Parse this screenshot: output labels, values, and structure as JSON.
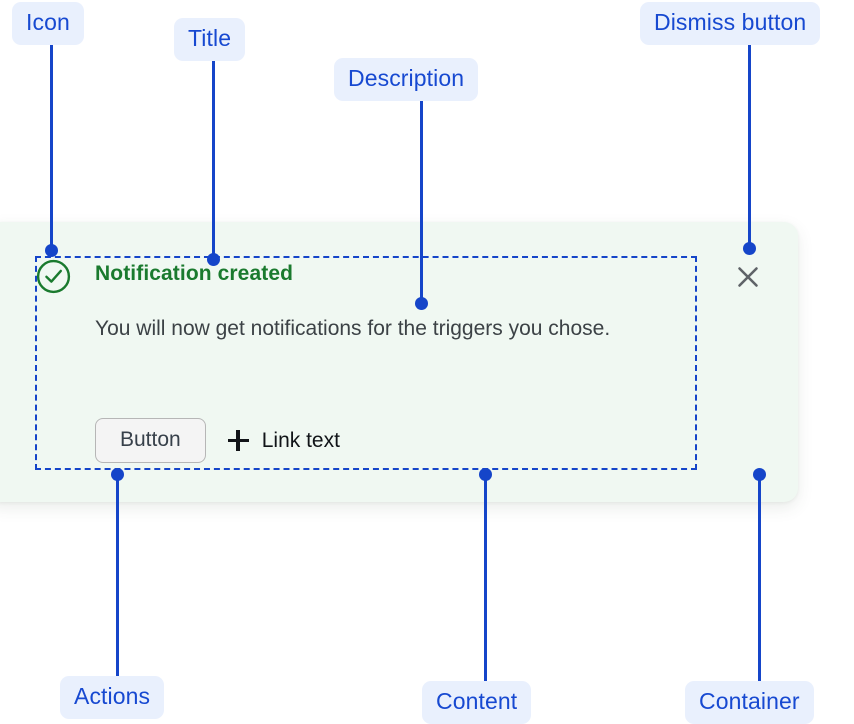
{
  "annotations": [
    {
      "id": "icon",
      "label": "Icon"
    },
    {
      "id": "title",
      "label": "Title"
    },
    {
      "id": "description",
      "label": "Description"
    },
    {
      "id": "dismiss",
      "label": "Dismiss button"
    },
    {
      "id": "actions",
      "label": "Actions"
    },
    {
      "id": "content",
      "label": "Content"
    },
    {
      "id": "container",
      "label": "Container"
    }
  ],
  "notification": {
    "status_icon": "check-circle-icon",
    "title": "Notification created",
    "description": "You will now get notifications for the triggers you chose.",
    "actions": {
      "button_label": "Button",
      "link_icon": "plus-icon",
      "link_label": "Link text"
    },
    "dismiss_icon": "close-icon"
  },
  "colors": {
    "annotation_badge_bg": "#e9f0fd",
    "annotation_text": "#1749d1",
    "leader_line": "#1545c9",
    "card_bg": "#f0f8f2",
    "title_green": "#1a7a2e",
    "icon_green": "#1a7a2e",
    "description_gray": "#3c4246",
    "button_bg": "#f4f4f4",
    "button_border": "#b6b6b6",
    "link_text": "#111418",
    "dismiss_gray": "#5f6368"
  }
}
